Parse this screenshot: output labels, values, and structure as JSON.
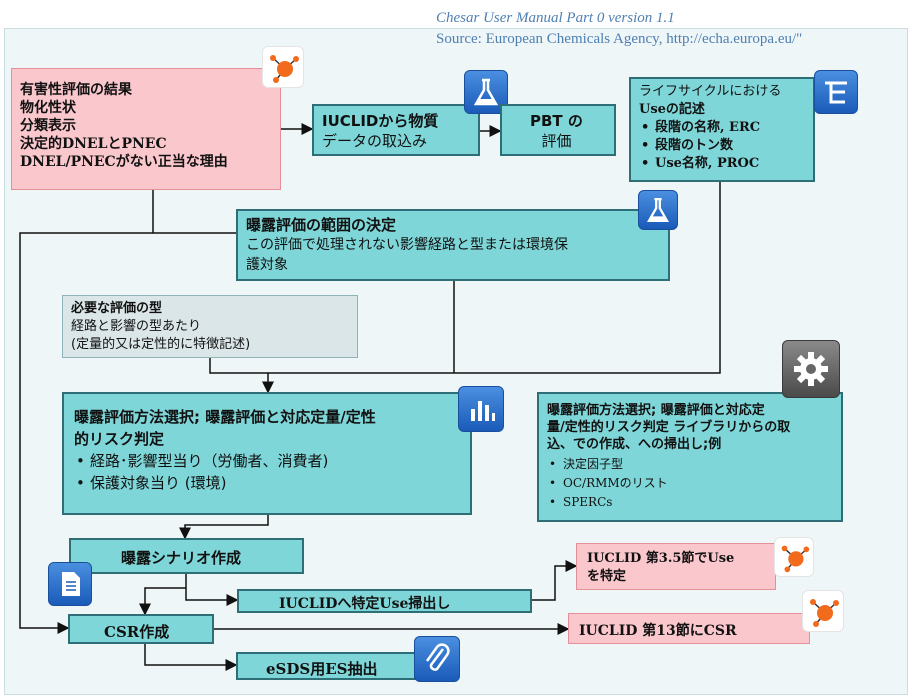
{
  "source": {
    "line1": "Chesar User Manual  Part 0 version  1.1",
    "line2": "Source: European Chemicals Agency, http://echa.europa.eu/\""
  },
  "boxes": {
    "hazard": {
      "lines": [
        "有害性評価の結果",
        "物化性状",
        "分類表示",
        "決定的DNELとPNEC",
        "DNEL/PNECがない正当な理由"
      ]
    },
    "iuclid_import": {
      "lines": [
        "IUCLIDから物質",
        "データの取込み"
      ]
    },
    "pbt": {
      "lines": [
        "PBT の",
        "評価"
      ]
    },
    "lifecycle": {
      "title": [
        "ライフサイクルにおける",
        "Useの記述"
      ],
      "items": [
        "段階の名称, ERC",
        "段階のトン数",
        "Use名称, PROC"
      ]
    },
    "scope": {
      "title": "曝露評価の範囲の決定",
      "lines": [
        "この評価で処理されない影響経路と型または環境保",
        "護対象"
      ]
    },
    "types": {
      "title": "必要な評価の型",
      "lines": [
        "経路と影響の型あたり",
        "(定量的又は定性的に特徴記述)"
      ]
    },
    "method": {
      "title": [
        "曝露評価方法選択; 曝露評価と対応定量/定性",
        "的リスク判定"
      ],
      "items": [
        "経路･影響型当り（労働者、消費者)",
        "保護対象当り (環境)"
      ]
    },
    "library": {
      "title": [
        "曝露評価方法選択; 曝露評価と対応定",
        "量/定性的リスク判定 ライブラリからの取",
        "込、での作成、への掃出し;例"
      ],
      "items": [
        "決定因子型",
        "OC/RMMのリスト",
        "SPERCs"
      ]
    },
    "scenario": {
      "label": "曝露シナリオ作成"
    },
    "export_use": {
      "label": "IUCLIDへ特定Use掃出し"
    },
    "csr": {
      "label": "CSR作成"
    },
    "esds": {
      "label": "eSDS用ES抽出"
    },
    "section35": {
      "lines": [
        "IUCLID 第3.5節でUse",
        "を特定"
      ]
    },
    "section13": {
      "label": "IUCLID 第13節にCSR"
    }
  },
  "icons": [
    "molecule-icon",
    "flask-icon",
    "hierarchy-icon",
    "bar-chart-icon",
    "gear-icon",
    "document-icon",
    "paperclip-icon"
  ],
  "colors": {
    "teal": "#7fd6d8",
    "pink": "#f9c7cc",
    "grey": "#dbe6e8",
    "line": "#111111"
  }
}
